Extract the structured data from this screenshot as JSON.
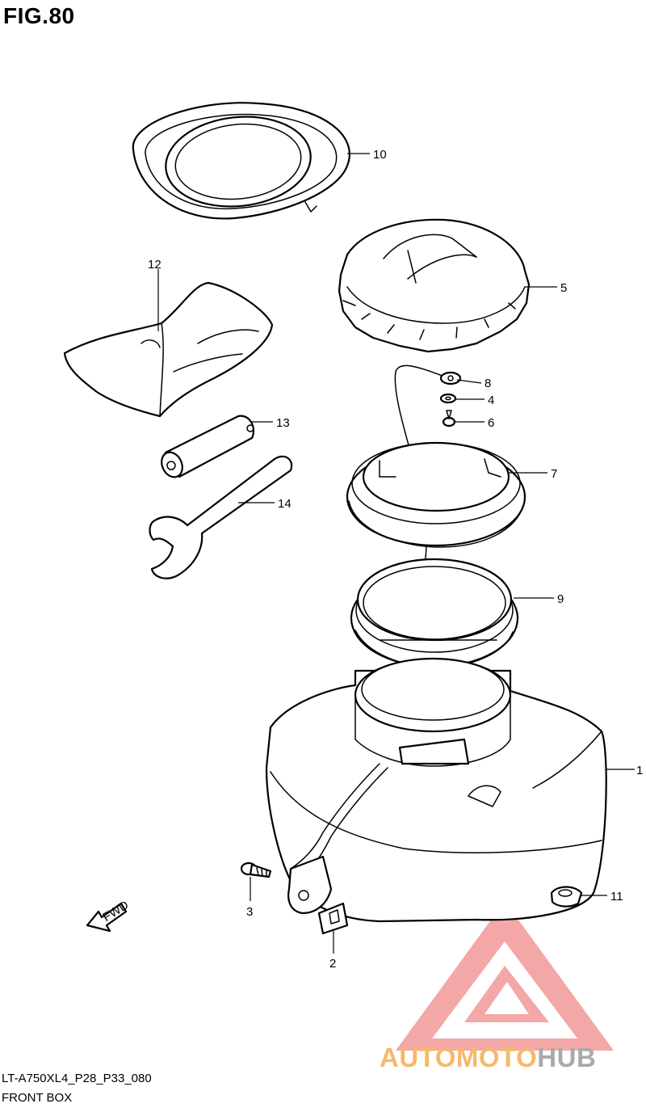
{
  "figure": {
    "title": "FIG.80"
  },
  "footer": {
    "model_code": "LT-A750XL4_P28_P33_080",
    "caption": "FRONT BOX"
  },
  "direction_label": "FWD",
  "callouts": [
    {
      "id": "1",
      "part": "front-box"
    },
    {
      "id": "2",
      "part": "clip"
    },
    {
      "id": "3",
      "part": "screw"
    },
    {
      "id": "4",
      "part": "washer"
    },
    {
      "id": "5",
      "part": "cap"
    },
    {
      "id": "6",
      "part": "screw-small"
    },
    {
      "id": "7",
      "part": "ring"
    },
    {
      "id": "8",
      "part": "cord-eyelet"
    },
    {
      "id": "9",
      "part": "seal"
    },
    {
      "id": "10",
      "part": "lid-cover"
    },
    {
      "id": "11",
      "part": "nut"
    },
    {
      "id": "12",
      "part": "tool-bag"
    },
    {
      "id": "13",
      "part": "tube"
    },
    {
      "id": "14",
      "part": "spanner"
    }
  ],
  "watermark": {
    "text_part1": "AUTOMOTO",
    "text_part2": "HUB",
    "colors": {
      "triangle": "#f08a8a",
      "text_part1": "#f7b86b",
      "text_part2": "#aaaaaa"
    }
  }
}
